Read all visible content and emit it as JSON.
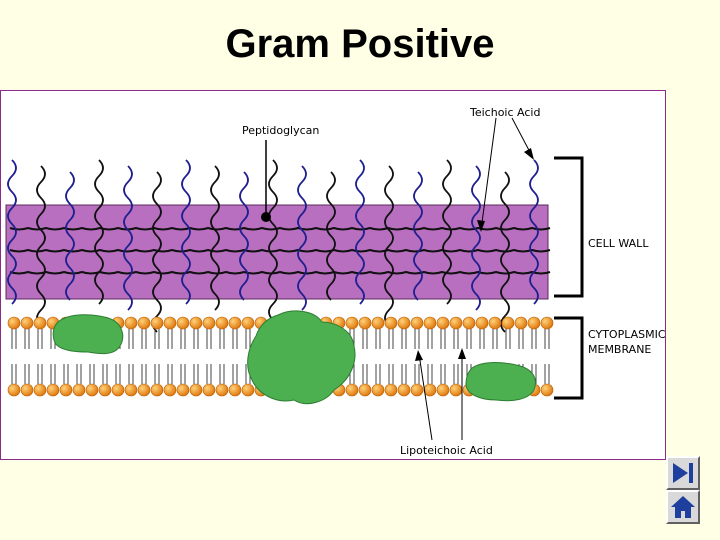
{
  "slide": {
    "title": "Gram Positive"
  },
  "diagram": {
    "labels": {
      "peptidoglycan": "Peptidoglycan",
      "teichoic_acid": "Teichoic Acid",
      "cell_wall": "CELL WALL",
      "cytoplasmic_line1": "CYTOPLASMIC",
      "cytoplasmic_line2": "MEMBRANE",
      "lipoteichoic_acid": "Lipoteichoic Acid"
    },
    "colors": {
      "cell_wall": "#b86fbf",
      "teichoic_strand": "#1f1f8f",
      "lipid_head": "#f08a1c",
      "membrane_protein": "#4caf50"
    }
  },
  "navigation": {
    "next": "next-slide",
    "home": "home"
  }
}
